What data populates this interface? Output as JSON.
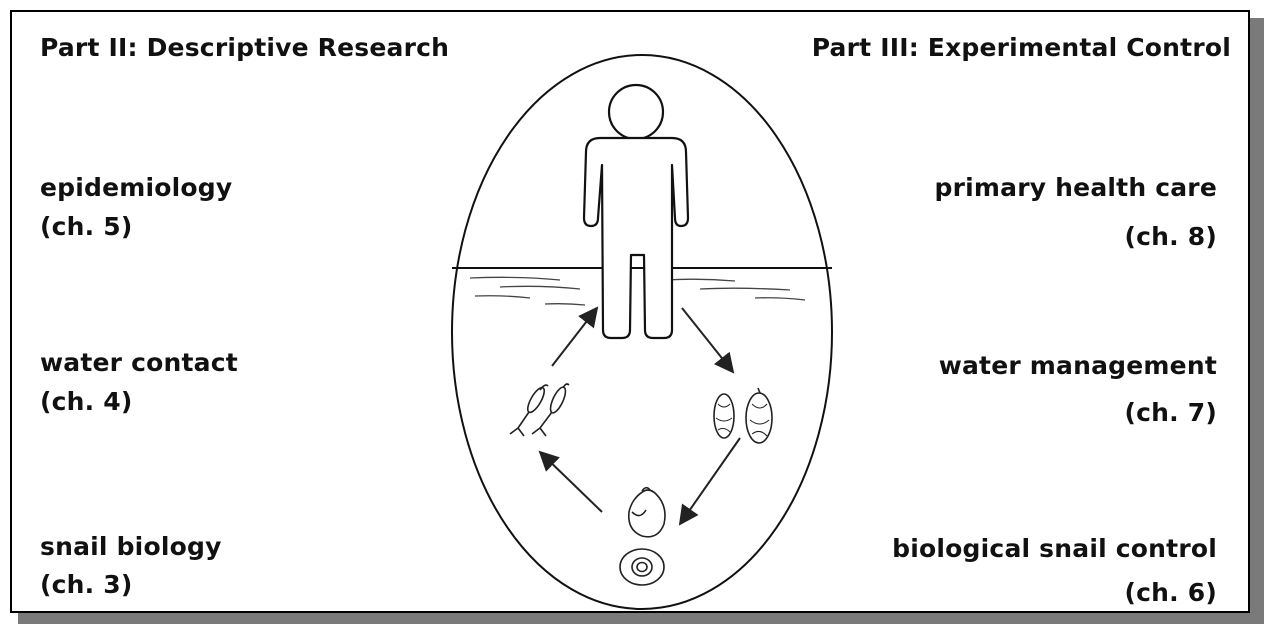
{
  "left": {
    "heading": "Part II: Descriptive Research",
    "items": [
      {
        "label": "epidemiology",
        "chapter": "(ch. 5)"
      },
      {
        "label": "water contact",
        "chapter": "(ch. 4)"
      },
      {
        "label": "snail biology",
        "chapter": "(ch. 3)"
      }
    ]
  },
  "right": {
    "heading": "Part III: Experimental Control",
    "items": [
      {
        "label": "primary health care",
        "chapter": "(ch. 8)"
      },
      {
        "label": "water management",
        "chapter": "(ch. 7)"
      },
      {
        "label": "biological snail control",
        "chapter": "(ch. 6)"
      }
    ]
  },
  "icons": {
    "human": "human-figure-icon",
    "eggs": "schistosome-eggs-icon",
    "snail": "snail-icon",
    "cercariae": "cercariae-icon"
  },
  "colors": {
    "ink": "#111111",
    "shadow": "#7a7a7a",
    "background": "#ffffff"
  }
}
